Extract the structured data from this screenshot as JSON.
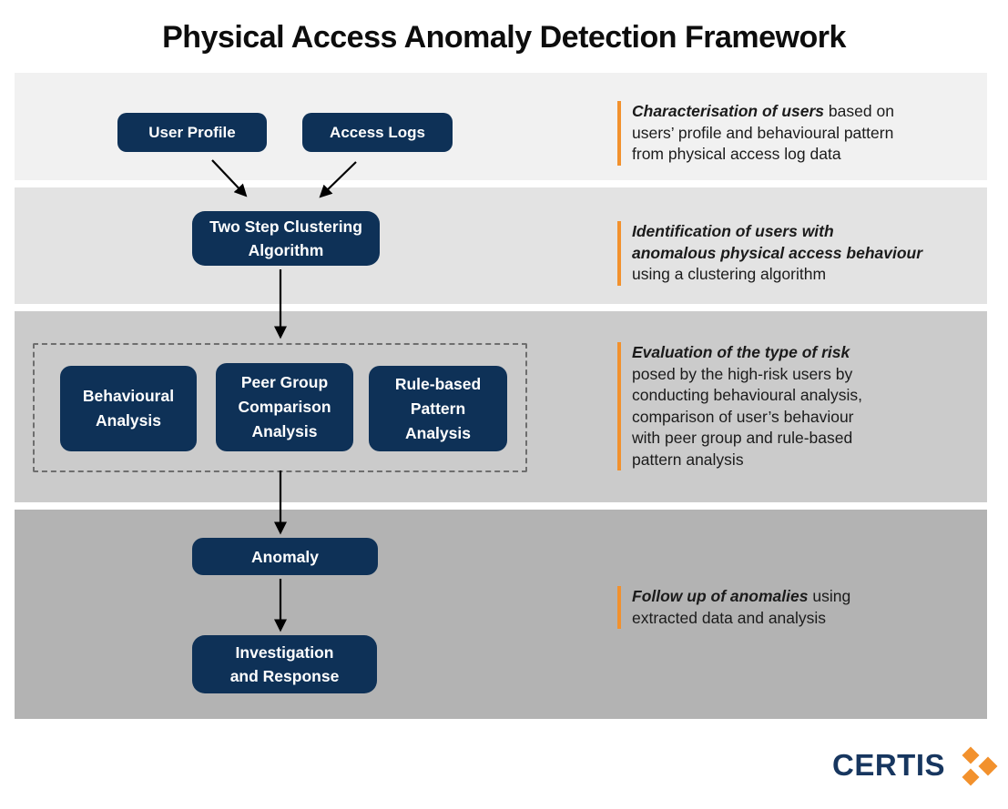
{
  "title": "Physical Access Anomaly Detection Framework",
  "nodes": {
    "user_profile": {
      "label": "User Profile"
    },
    "access_logs": {
      "label": "Access Logs"
    },
    "clustering": {
      "label": "Two Step Clustering\nAlgorithm"
    },
    "behavioural": {
      "label": "Behavioural\nAnalysis"
    },
    "peer_group": {
      "label": "Peer Group\nComparison\nAnalysis"
    },
    "rule_based": {
      "label": "Rule-based\nPattern\nAnalysis"
    },
    "anomaly": {
      "label": "Anomaly"
    },
    "investigation": {
      "label": "Investigation\nand Response"
    }
  },
  "annotations": [
    {
      "highlight": "Characterisation of users",
      "rest": "based on\nusers’ profile and behavioural pattern\nfrom physical access log data"
    },
    {
      "highlight": "Identification of users with\nanomalous physical access behaviour",
      "rest": "\nusing a clustering algorithm"
    },
    {
      "highlight": "Evaluation of the type of risk",
      "rest": "\nposed by the high-risk users by\nconducting behavioural analysis,\ncomparison of user’s behaviour\nwith peer group and rule-based\npattern analysis"
    },
    {
      "highlight": "Follow up of anomalies",
      "rest": "using\nextracted data and analysis"
    }
  ],
  "logo": {
    "wordmark": "CERTIS"
  },
  "colors": {
    "accent_orange": "#F2912D",
    "node_navy": "#0E3157",
    "logo_navy": "#17365F",
    "band_shades": [
      "#F1F1F1",
      "#E3E3E3",
      "#CBCBCB",
      "#B3B3B3"
    ]
  }
}
